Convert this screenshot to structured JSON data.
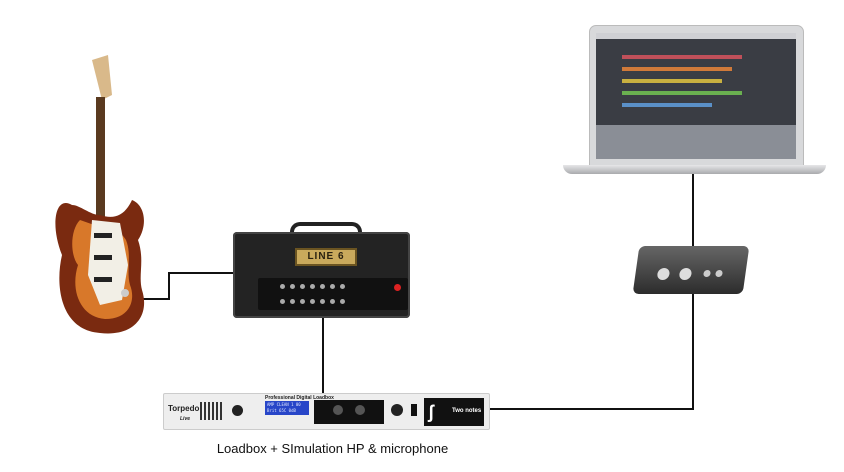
{
  "caption": "Loadbox + SImulation HP & microphone",
  "amp": {
    "brand": "LINE 6"
  },
  "loadbox": {
    "name": "Torpedo",
    "variant": "Live",
    "title": "Professional Digital Loadbox",
    "lcd_line1": "AMP CLEAN 1  00",
    "lcd_line2": "Brit 65C   0dB",
    "brand": "Two notes"
  },
  "colors": {
    "wire": "#111111",
    "lcd": "#2846c8",
    "amp_logo": "#c9a95c"
  }
}
